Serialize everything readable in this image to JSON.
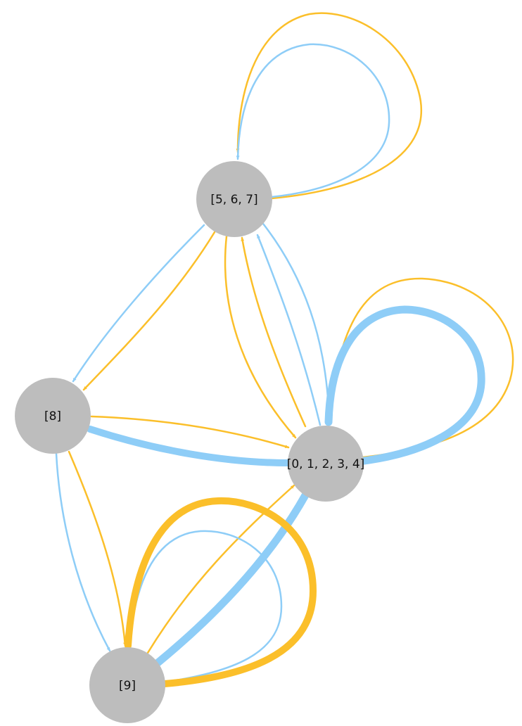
{
  "colors": {
    "background": "#ffffff",
    "node_fill": "#bdbdbd",
    "edge_blue": "#8ecdf7",
    "edge_orange": "#fbbf2a"
  },
  "nodes": [
    {
      "id": "n567",
      "label": "[5, 6, 7]"
    },
    {
      "id": "n8",
      "label": "[8]"
    },
    {
      "id": "n01234",
      "label": "[0, 1, 2, 3, 4]"
    },
    {
      "id": "n9",
      "label": "[9]"
    }
  ],
  "edges": [
    {
      "id": "e567-self-orange",
      "from": "[5, 6, 7]",
      "to": "[5, 6, 7]",
      "color": "orange",
      "weight": "thin"
    },
    {
      "id": "e567-self-blue",
      "from": "[5, 6, 7]",
      "to": "[5, 6, 7]",
      "color": "blue",
      "weight": "thin"
    },
    {
      "id": "e567-8-blue",
      "from": "[5, 6, 7]",
      "to": "[8]",
      "color": "blue",
      "weight": "thin"
    },
    {
      "id": "e567-8-orange",
      "from": "[5, 6, 7]",
      "to": "[8]",
      "color": "orange",
      "weight": "thin"
    },
    {
      "id": "e567-01234-orange",
      "from": "[5, 6, 7]",
      "to": "[0, 1, 2, 3, 4]",
      "color": "orange",
      "weight": "thin"
    },
    {
      "id": "e01234-567-orange",
      "from": "[0, 1, 2, 3, 4]",
      "to": "[5, 6, 7]",
      "color": "orange",
      "weight": "thin"
    },
    {
      "id": "e01234-567-blue",
      "from": "[0, 1, 2, 3, 4]",
      "to": "[5, 6, 7]",
      "color": "blue",
      "weight": "thin"
    },
    {
      "id": "e567-01234-blue",
      "from": "[5, 6, 7]",
      "to": "[0, 1, 2, 3, 4]",
      "color": "blue",
      "weight": "thin"
    },
    {
      "id": "e01234-self-orange",
      "from": "[0, 1, 2, 3, 4]",
      "to": "[0, 1, 2, 3, 4]",
      "color": "orange",
      "weight": "thin"
    },
    {
      "id": "e01234-self-blue",
      "from": "[0, 1, 2, 3, 4]",
      "to": "[0, 1, 2, 3, 4]",
      "color": "blue",
      "weight": "thick"
    },
    {
      "id": "e8-01234-orange",
      "from": "[8]",
      "to": "[0, 1, 2, 3, 4]",
      "color": "orange",
      "weight": "thin"
    },
    {
      "id": "e8-01234-blue",
      "from": "[8]",
      "to": "[0, 1, 2, 3, 4]",
      "color": "blue",
      "weight": "thick"
    },
    {
      "id": "e8-9-blue",
      "from": "[8]",
      "to": "[9]",
      "color": "blue",
      "weight": "thin"
    },
    {
      "id": "e8-9-orange",
      "from": "[8]",
      "to": "[9]",
      "color": "orange",
      "weight": "thin"
    },
    {
      "id": "e9-01234-orange",
      "from": "[9]",
      "to": "[0, 1, 2, 3, 4]",
      "color": "orange",
      "weight": "thin"
    },
    {
      "id": "e9-01234-blue",
      "from": "[9]",
      "to": "[0, 1, 2, 3, 4]",
      "color": "blue",
      "weight": "thick"
    },
    {
      "id": "e9-self-blue",
      "from": "[9]",
      "to": "[9]",
      "color": "blue",
      "weight": "thin"
    },
    {
      "id": "e9-self-orange",
      "from": "[9]",
      "to": "[9]",
      "color": "orange",
      "weight": "thick"
    }
  ]
}
